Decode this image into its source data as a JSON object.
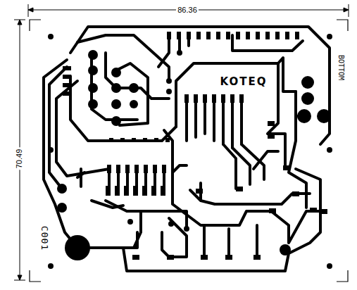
{
  "diagram": {
    "labels": [
      "86.36",
      "70.49",
      "KOTEQ",
      "BOTTOM",
      "C001"
    ]
  }
}
